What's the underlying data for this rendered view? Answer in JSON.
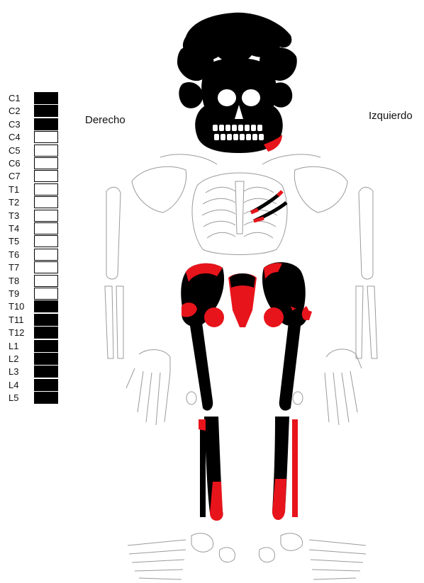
{
  "labels": {
    "right": "Derecho",
    "left": "Izquierdo"
  },
  "colors": {
    "present": "#000000",
    "absent": "#ffffff",
    "pathology": "#e8141b",
    "outline": "#9a9a9a"
  },
  "vertebrae": [
    {
      "label": "C1",
      "present": true
    },
    {
      "label": "C2",
      "present": true
    },
    {
      "label": "C3",
      "present": true
    },
    {
      "label": "C4",
      "present": false
    },
    {
      "label": "C5",
      "present": false
    },
    {
      "label": "C6",
      "present": false
    },
    {
      "label": "C7",
      "present": false
    },
    {
      "label": "T1",
      "present": false
    },
    {
      "label": "T2",
      "present": false
    },
    {
      "label": "T3",
      "present": false
    },
    {
      "label": "T4",
      "present": false
    },
    {
      "label": "T5",
      "present": false
    },
    {
      "label": "T6",
      "present": false
    },
    {
      "label": "T7",
      "present": false
    },
    {
      "label": "T8",
      "present": false
    },
    {
      "label": "T9",
      "present": false
    },
    {
      "label": "T10",
      "present": true
    },
    {
      "label": "T11",
      "present": true
    },
    {
      "label": "T12",
      "present": true
    },
    {
      "label": "L1",
      "present": true
    },
    {
      "label": "L2",
      "present": true
    },
    {
      "label": "L3",
      "present": true
    },
    {
      "label": "L4",
      "present": true
    },
    {
      "label": "L5",
      "present": true
    }
  ]
}
